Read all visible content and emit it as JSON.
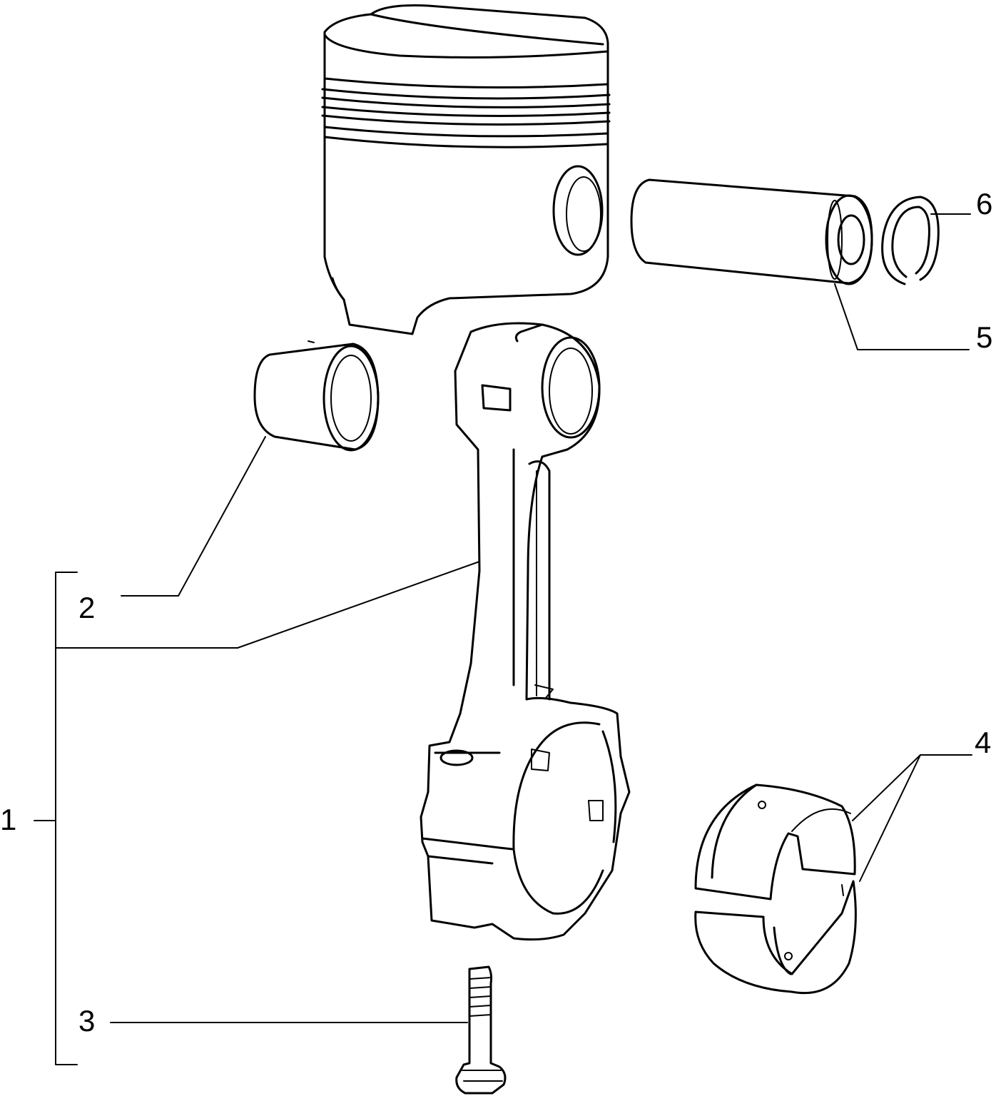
{
  "diagram": {
    "callouts": [
      {
        "id": "1",
        "text": "1"
      },
      {
        "id": "2",
        "text": "2"
      },
      {
        "id": "3",
        "text": "3"
      },
      {
        "id": "4",
        "text": "4"
      },
      {
        "id": "5",
        "text": "5"
      },
      {
        "id": "6",
        "text": "6"
      }
    ],
    "parts": [
      {
        "name": "piston"
      },
      {
        "name": "piston-pin"
      },
      {
        "name": "circlip"
      },
      {
        "name": "small-end-bushing"
      },
      {
        "name": "connecting-rod"
      },
      {
        "name": "big-end-bearing-shells"
      },
      {
        "name": "cap-bolt"
      }
    ],
    "colors": {
      "line": "#000000",
      "background": "#ffffff"
    }
  }
}
